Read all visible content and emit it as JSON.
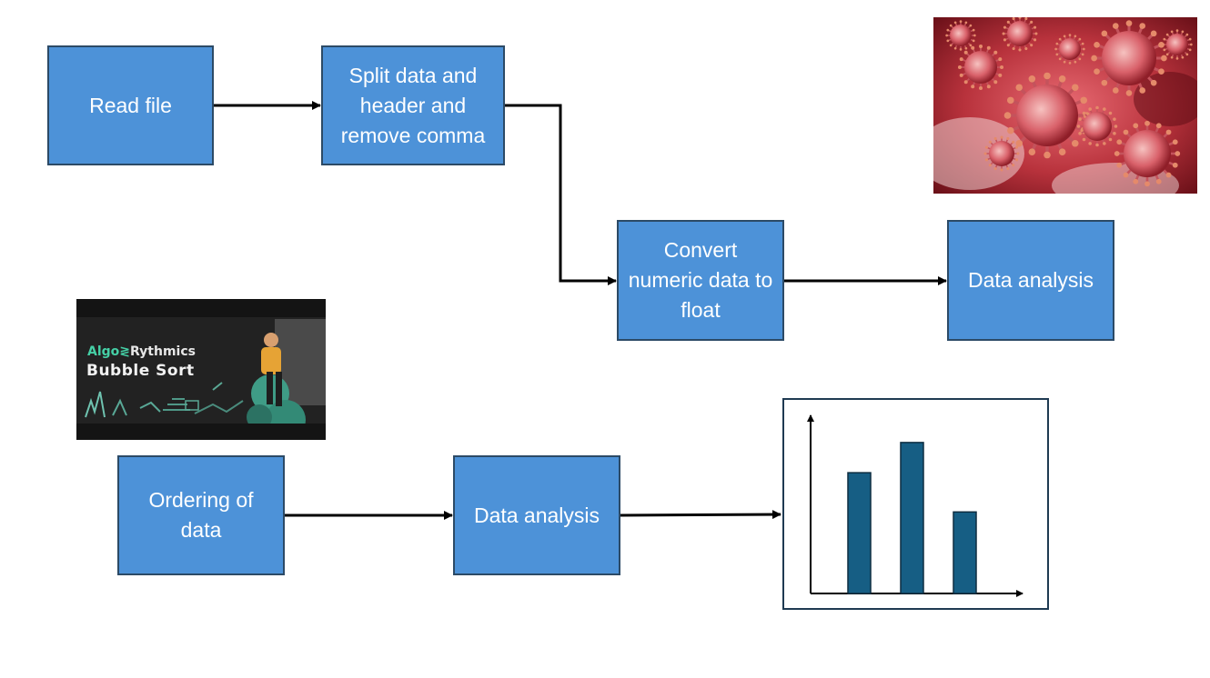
{
  "nodes": {
    "read_file": "Read file",
    "split": "Split data and header and remove comma",
    "convert": "Convert numeric data to float",
    "analysis_top": "Data analysis",
    "ordering": "Ordering of data",
    "analysis_bottom": "Data analysis"
  },
  "thumbnail": {
    "brand_a": "Algo",
    "brand_b": "Rythmics",
    "title": "Bubble Sort"
  },
  "chart_data": {
    "type": "bar",
    "categories": [
      "",
      "",
      ""
    ],
    "values": [
      4,
      5,
      2.7
    ],
    "ylim": [
      0,
      5.9
    ],
    "title": "",
    "xlabel": "",
    "ylabel": ""
  },
  "colors": {
    "node_fill": "#4d92d8",
    "node_border": "#2c4a66",
    "bar_fill": "#165e84",
    "bar_border": "#0e2d40"
  }
}
